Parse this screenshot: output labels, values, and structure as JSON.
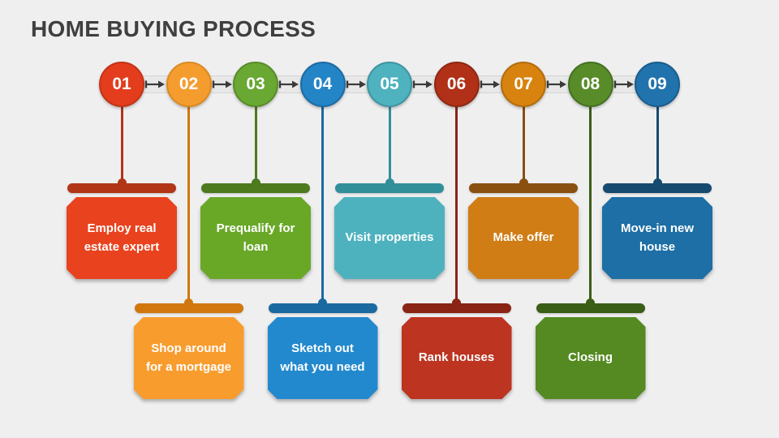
{
  "title": "HOME BUYING PROCESS",
  "colors": {
    "background": "#f0eff0",
    "title_text": "#3f3f3f",
    "track_fill": "#e8e8e8",
    "track_border": "#d5d5d5",
    "arrow": "#3a3a3a",
    "box_text": "#ffffff"
  },
  "steps": [
    {
      "number": "01",
      "label": "Employ real estate expert",
      "row": "top",
      "circle_fill": "#e33d1d",
      "circle_border": "#c23415",
      "box_fill": "#e8431e",
      "accent_dark": "#b23517"
    },
    {
      "number": "02",
      "label": "Shop around for a mortgage",
      "row": "bottom",
      "circle_fill": "#f59c2f",
      "circle_border": "#db8a1f",
      "box_fill": "#f89c2e",
      "accent_dark": "#d1770e"
    },
    {
      "number": "03",
      "label": "Prequalify for loan",
      "row": "top",
      "circle_fill": "#69a833",
      "circle_border": "#578c29",
      "box_fill": "#69a827",
      "accent_dark": "#4d7a1d"
    },
    {
      "number": "04",
      "label": "Sketch out what you need",
      "row": "bottom",
      "circle_fill": "#2384c6",
      "circle_border": "#1c6ba3",
      "box_fill": "#2389ce",
      "accent_dark": "#1a6aa1"
    },
    {
      "number": "05",
      "label": "Visit properties",
      "row": "top",
      "circle_fill": "#4fb2bf",
      "circle_border": "#3e94a1",
      "box_fill": "#4db2be",
      "accent_dark": "#318f99"
    },
    {
      "number": "06",
      "label": "Rank houses",
      "row": "bottom",
      "circle_fill": "#b03018",
      "circle_border": "#8f2813",
      "box_fill": "#bd3420",
      "accent_dark": "#8a2414"
    },
    {
      "number": "07",
      "label": "Make offer",
      "row": "top",
      "circle_fill": "#d8830f",
      "circle_border": "#b26c0c",
      "box_fill": "#d07d15",
      "accent_dark": "#8a500f"
    },
    {
      "number": "08",
      "label": "Closing",
      "row": "bottom",
      "circle_fill": "#578c29",
      "circle_border": "#447021",
      "box_fill": "#548a21",
      "accent_dark": "#3a5e15"
    },
    {
      "number": "09",
      "label": "Move-in new house",
      "row": "top",
      "circle_fill": "#2173ad",
      "circle_border": "#1a5c8c",
      "box_fill": "#1d6fa5",
      "accent_dark": "#164a6e"
    }
  ]
}
